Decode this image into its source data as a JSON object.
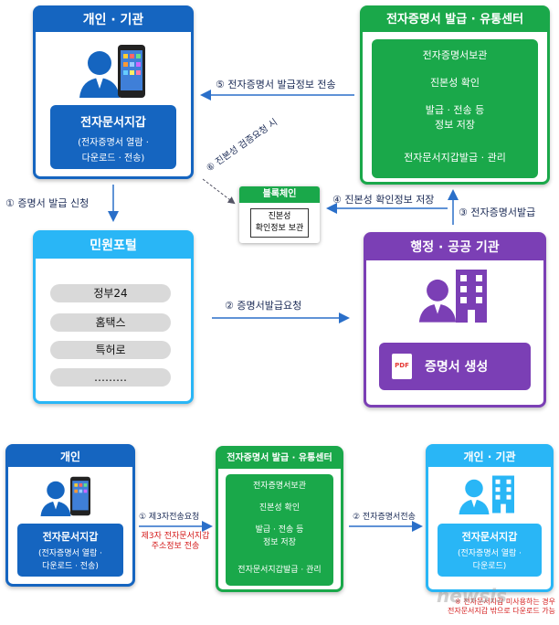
{
  "top": {
    "person_org": {
      "title": "개인 · 기관",
      "wallet_title": "전자문서지갑",
      "wallet_sub1": "(전자증명서 열람 ·",
      "wallet_sub2": "다운로드 · 전송)"
    },
    "center": {
      "title": "전자증명서 발급 · 유통센터",
      "items": [
        "전자증명서보관",
        "진본성 확인",
        "발급 · 전송 등",
        "정보 저장",
        "전자문서지갑발급 · 관리"
      ]
    },
    "portal": {
      "title": "민원포털",
      "items": [
        "정부24",
        "홈택스",
        "특허로",
        "………"
      ]
    },
    "gov": {
      "title": "행정 · 공공 기관",
      "pdf_label": "PDF",
      "doc_label": "증명서 생성"
    },
    "blockchain": {
      "title": "블록체인",
      "line1": "진본성",
      "line2": "확인정보 보관"
    },
    "arrows": {
      "a1": "① 증명서 발급 신청",
      "a2": "② 증명서발급요청",
      "a3": "③ 전자증명서발급",
      "a4": "④ 진본성 확인정보 저장",
      "a5": "⑤ 전자증명서 발급정보 전송",
      "a6": "⑥ 진본성 검증요청 시"
    }
  },
  "bottom": {
    "person": {
      "title": "개인",
      "wallet_title": "전자문서지갑",
      "wallet_sub1": "(전자증명서 열람 ·",
      "wallet_sub2": "다운로드 · 전송)"
    },
    "center": {
      "title": "전자증명서 발급 · 유통센터",
      "items": [
        "전자증명서보관",
        "진본성 확인",
        "발급 · 전송 등",
        "정보 저장",
        "전자문서지갑발급 · 관리"
      ]
    },
    "org": {
      "title": "개인 · 기관",
      "wallet_title": "전자문서지갑",
      "wallet_sub1": "(전자증명서 열람 ·",
      "wallet_sub2": "다운로드)"
    },
    "arrows": {
      "a1": "① 제3자전송요청",
      "a1_note1": "제3자 전자문서지갑",
      "a1_note2": "주소정보 전송",
      "a2": "② 전자증명서전송"
    },
    "note_line1": "※ 전자문서지갑 미사용하는 경우",
    "note_line2": "전자문서지갑 밖으로 다운로드 가능"
  },
  "watermark": "newsis",
  "colors": {
    "blue_dark": "#1565c0",
    "blue_light": "#29b6f6",
    "green": "#1aa84a",
    "purple": "#7b3fb5",
    "arrow": "#2a6fc9",
    "red_note": "#d41a1a"
  }
}
